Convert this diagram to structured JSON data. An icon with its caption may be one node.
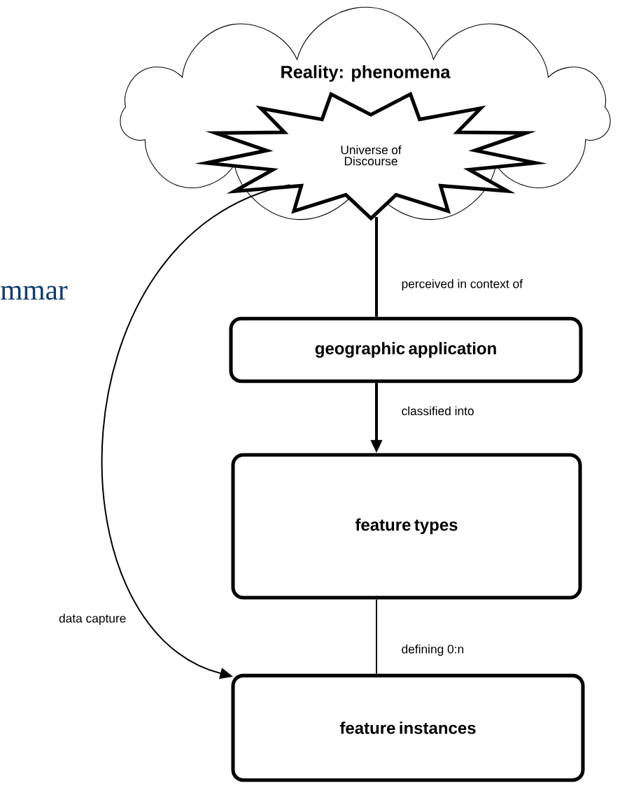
{
  "diagram": {
    "nodes": [
      {
        "text": [
          "Reality: phenomena"
        ]
      },
      {
        "text": [
          "Universe of Discourse"
        ],
        "in": 0
      },
      {
        "text": [
          "geographic application"
        ]
      },
      {
        "text": [
          "feature types"
        ]
      },
      {
        "text": [
          "feature instances"
        ]
      }
    ],
    "edges": [
      {
        "from": 1,
        "to": 2,
        "arrow": "none",
        "label": "perceived in context of",
        "style": "thick"
      },
      {
        "from": 2,
        "to": 3,
        "arrow": "to",
        "label": "classified into",
        "style": "thick"
      },
      {
        "from": 3,
        "to": 4,
        "arrow": "none",
        "label": "defining 0:n"
      },
      {
        "from": 1,
        "to": 4,
        "arrow": "to",
        "label": "data capture"
      }
    ],
    "labels": [
      "mmar"
    ]
  }
}
